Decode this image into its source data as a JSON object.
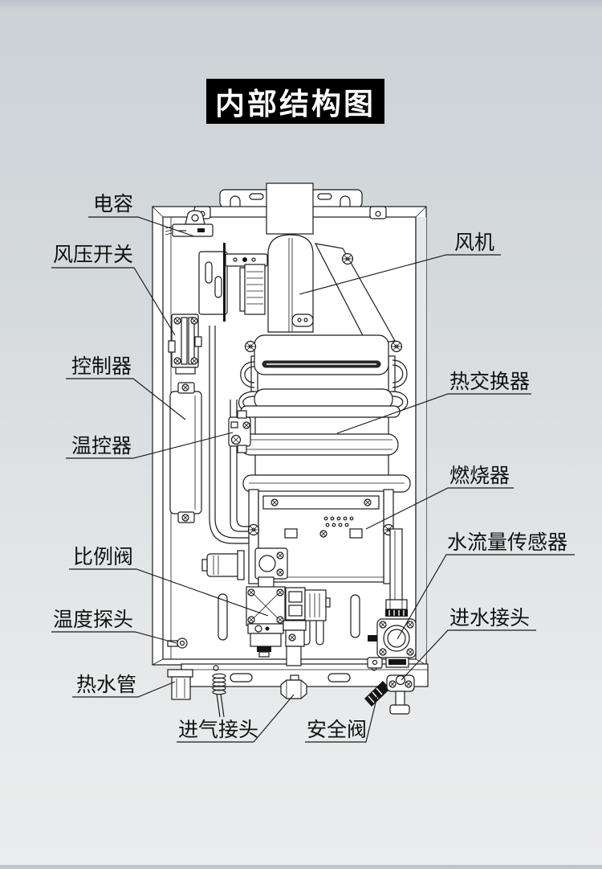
{
  "title": {
    "text": "内部结构图"
  },
  "labels": {
    "capacitor": "电容",
    "air_pressure_switch": "风压开关",
    "controller": "控制器",
    "thermostat": "温控器",
    "proportional_valve": "比例阀",
    "temperature_probe": "温度探头",
    "hot_water_pipe": "热水管",
    "gas_inlet_connector": "进气接头",
    "safety_valve": "安全阀",
    "fan": "风机",
    "heat_exchanger": "热交换器",
    "burner": "燃烧器",
    "water_flow_sensor": "水流量传感器",
    "water_inlet_connector": "进水接头"
  },
  "colors": {
    "title_bg": "#000000",
    "title_text": "#ffffff",
    "line": "#1a1a1a",
    "background_top": "#c9cfd4",
    "background_bottom": "#ecedee"
  }
}
